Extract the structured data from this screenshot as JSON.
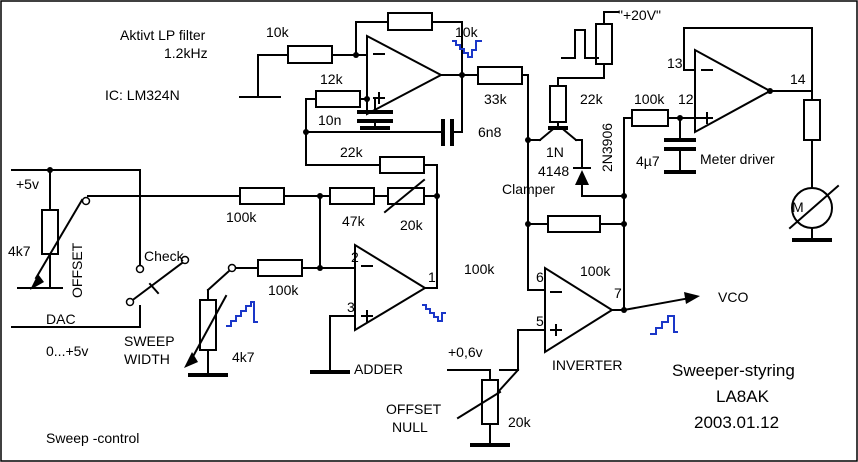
{
  "title": {
    "line1": "Sweeper-styring",
    "line2": "LA8AK",
    "line3": "2003.01.12"
  },
  "caption": "Sweep -control",
  "notes": {
    "filter1": "Aktivt LP filter",
    "filter2": "1.2kHz",
    "ic": "IC: LM324N"
  },
  "supply": {
    "pos5": "+5v",
    "dac": "DAC",
    "range": "0...+5v",
    "pos20": "\"+20V\"",
    "pos06": "+0,6v"
  },
  "components": {
    "r_filter_in": "10k",
    "r_filter_fb": "10k",
    "r_filter_2": "12k",
    "c_10n": "10n",
    "c_6n8": "6n8",
    "r_33k": "33k",
    "r_22k_top": "22k",
    "r_22k_fb": "22k",
    "r_100k_in": "100k",
    "r_47k": "47k",
    "pot_20k": "20k",
    "pot_offset": "4k7",
    "pot_sweep": "4k7",
    "r_100k_sweep": "100k",
    "r_100k_mid": "100k",
    "r_100k_inv": "100k",
    "r_100k_meter": "100k",
    "c_4u7": "4µ7",
    "pot_null": "20k",
    "diode_1": "1N",
    "diode_2": "4148",
    "transistor": "2N3906",
    "meter": "M"
  },
  "labels": {
    "offset": "OFFSET",
    "check": "Check",
    "sweep1": "SWEEP",
    "sweep2": "WIDTH",
    "adder": "ADDER",
    "inverter": "INVERTER",
    "clamper": "Clamper",
    "meter_driver": "Meter driver",
    "vco": "VCO",
    "null1": "OFFSET",
    "null2": "NULL"
  },
  "pins": {
    "adder_inv": "2",
    "adder_noninv": "3",
    "adder_out": "1",
    "inv_inv": "6",
    "inv_noninv": "5",
    "inv_out": "7",
    "md_inv": "13",
    "md_noninv": "12",
    "md_out": "14"
  },
  "colors": {
    "wire": "#000000",
    "waveform": "#1a36c8"
  }
}
